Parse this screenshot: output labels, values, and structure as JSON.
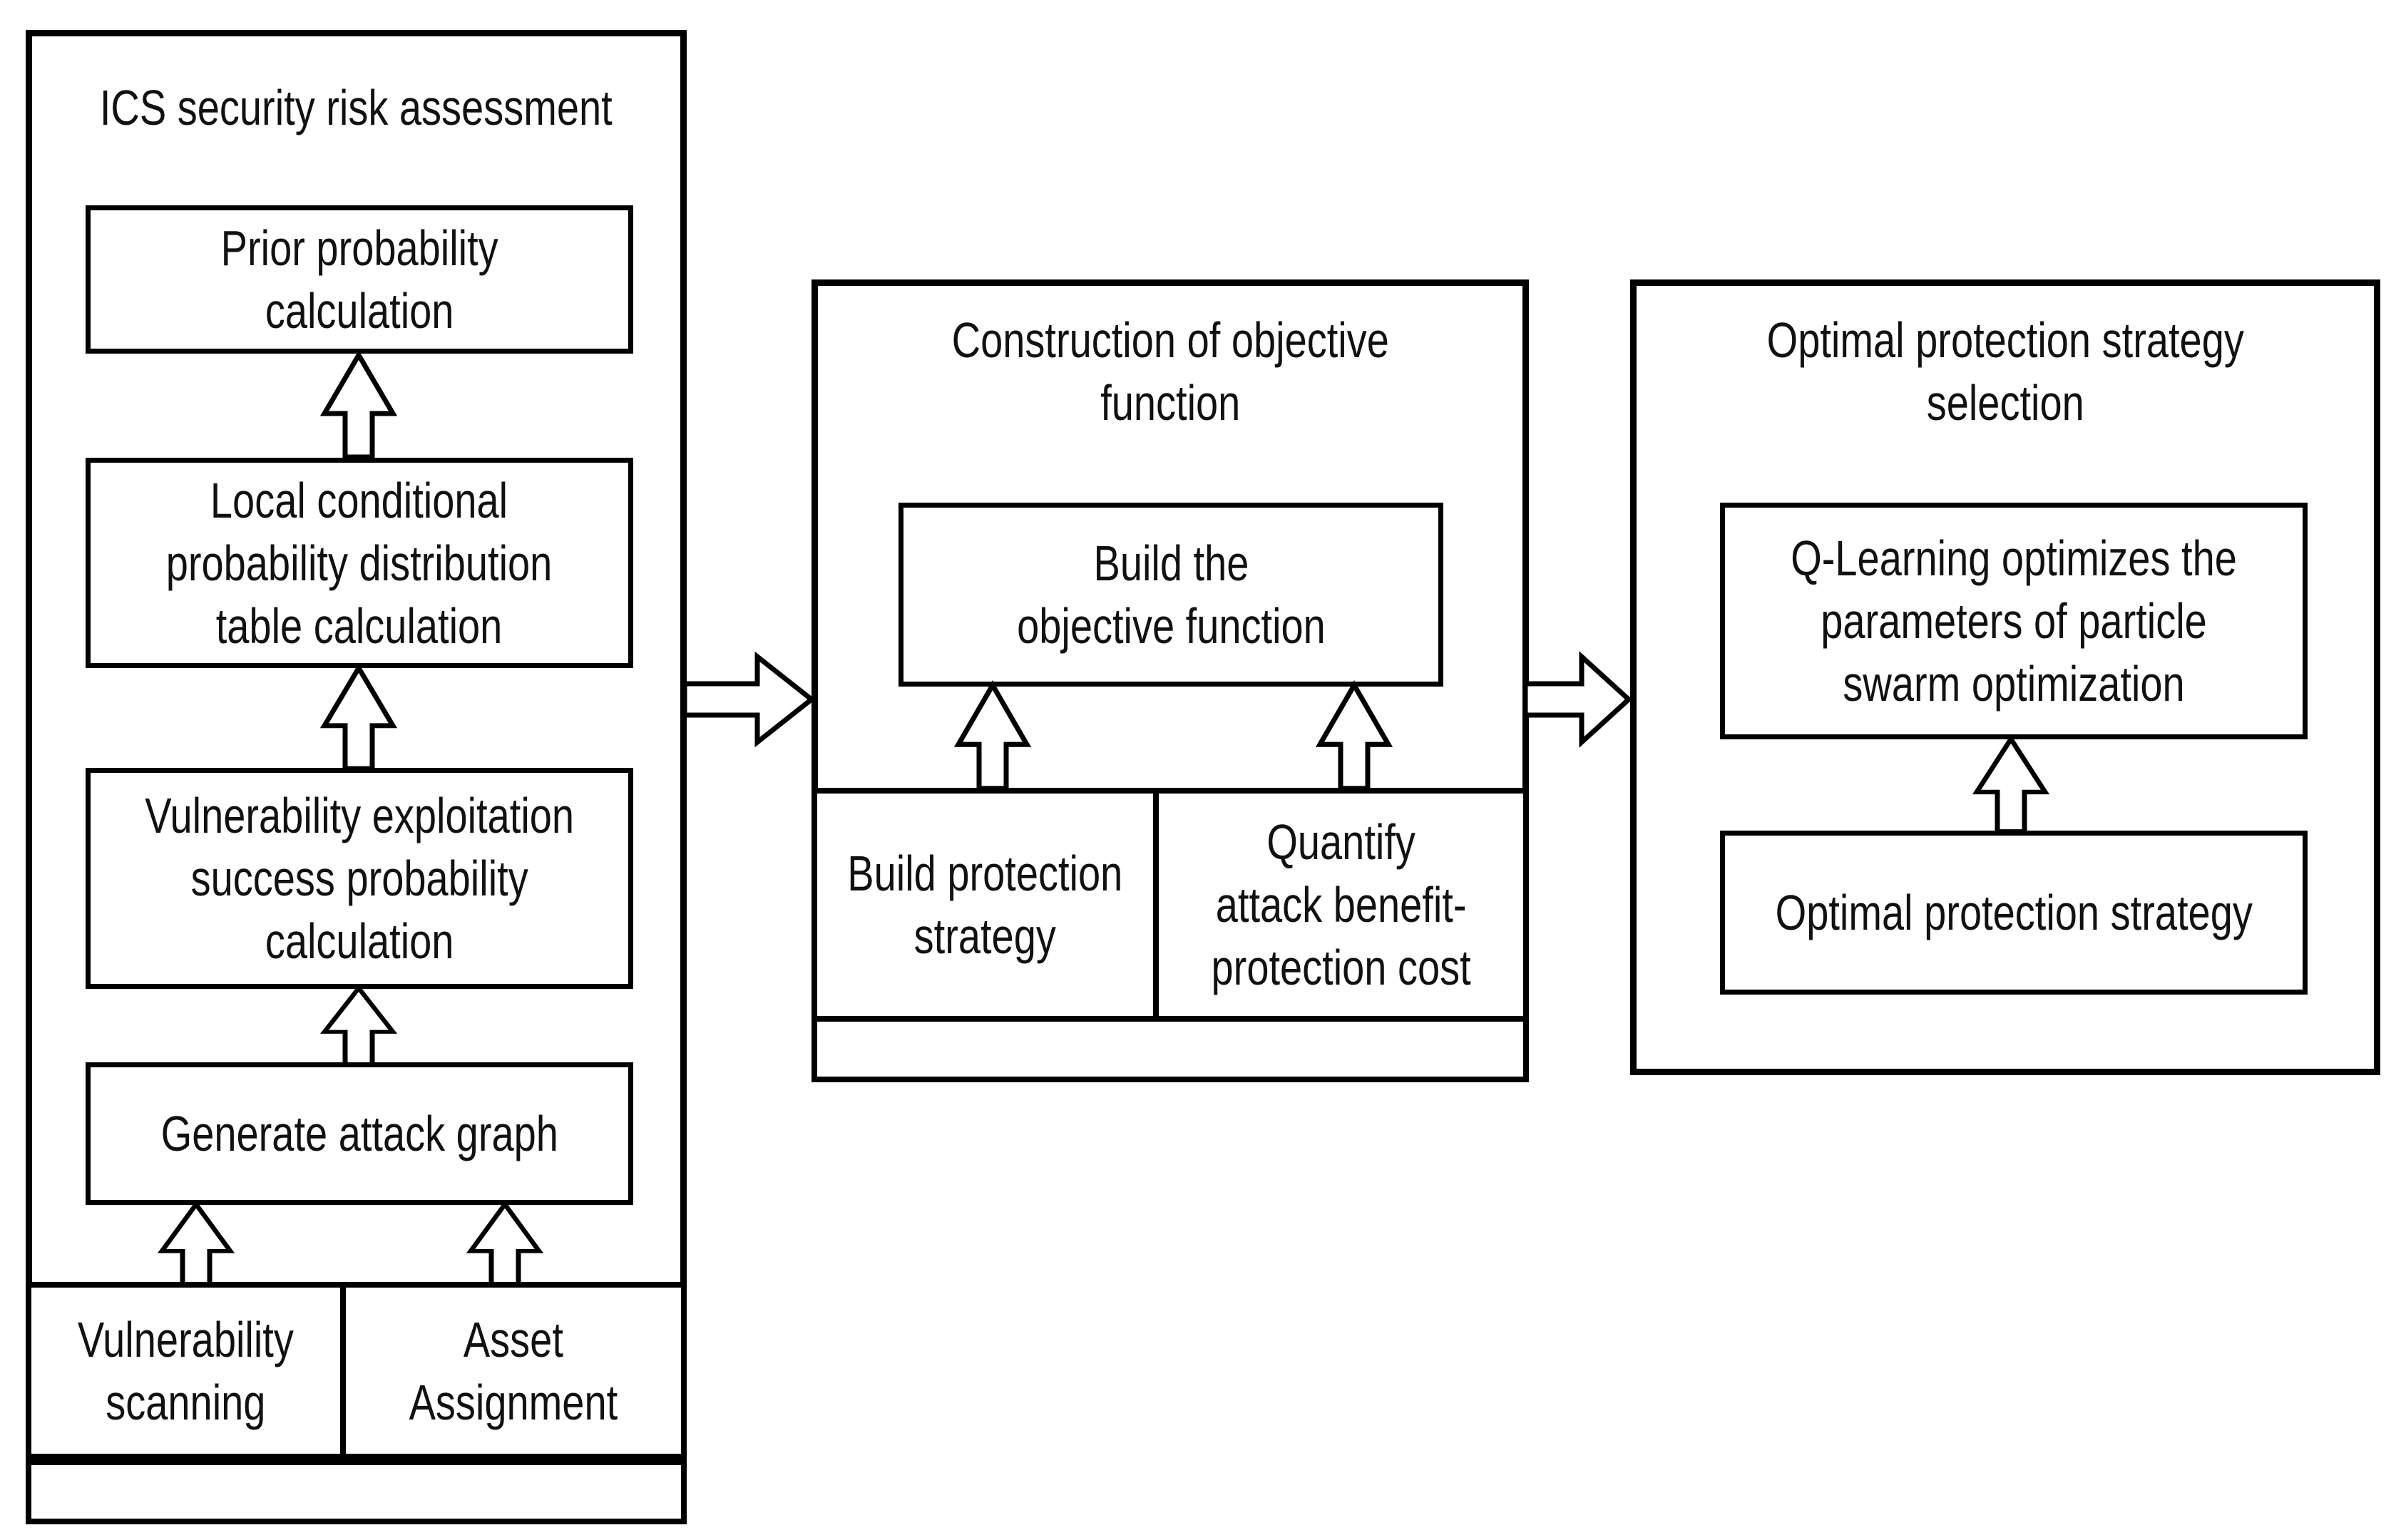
{
  "colors": {
    "background": "#ffffff",
    "line": "#000000",
    "text": "#111111"
  },
  "left_panel": {
    "title": "ICS security risk assessment",
    "box_prior": "Prior probability\ncalculation",
    "box_local": "Local conditional\nprobability distribution\ntable calculation",
    "box_vuln": "Vulnerability exploitation\nsuccess probability\ncalculation",
    "box_attack_graph": "Generate attack graph",
    "cell_vuln_scanning": "Vulnerability\nscanning",
    "cell_asset_assignment": "Asset\nAssignment"
  },
  "middle_panel": {
    "title": "Construction of objective\nfunction",
    "box_build_objective": "Build the\nobjective function",
    "cell_build_protection": "Build protection\nstrategy",
    "cell_quantify": "Quantify\nattack benefit-\nprotection cost"
  },
  "right_panel": {
    "title": "Optimal protection strategy\nselection",
    "box_qlearning": "Q-Learning optimizes the\nparameters of particle\nswarm optimization",
    "box_optimal": "Optimal protection strategy"
  }
}
